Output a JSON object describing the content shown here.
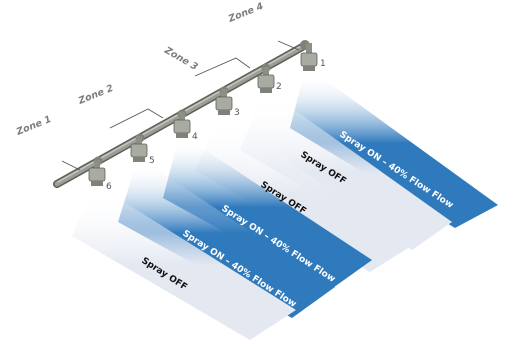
{
  "zones": [
    "Zone 1",
    "Zone 2",
    "Zone 3",
    "Zone 4"
  ],
  "nozzles": [
    "1",
    "2",
    "3",
    "4",
    "5",
    "6"
  ],
  "bands": {
    "on_label": "Spray ON – 40% Flow Flow",
    "off_label": "Spray OFF"
  },
  "colors": {
    "spray_on": "#2f79bd",
    "spray_off": "#e3e8f1",
    "boom": "#8b8f86",
    "boom_dark": "#5d6159",
    "label_on": "#ffffff",
    "label_off": "#111111"
  }
}
